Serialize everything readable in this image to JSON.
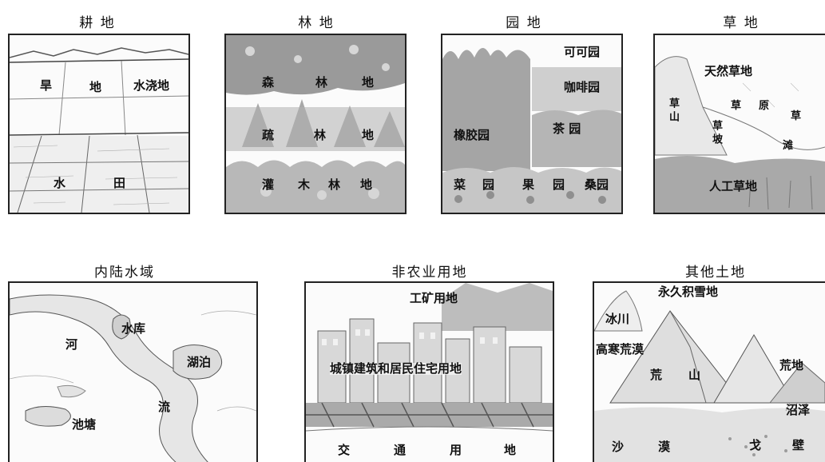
{
  "row1": {
    "cropland": {
      "title": "耕  地",
      "dry": [
        "旱",
        "地"
      ],
      "irrigated": "水浇地",
      "paddy": [
        "水",
        "田"
      ]
    },
    "forest": {
      "title": "林  地",
      "dense": [
        "森",
        "林",
        "地"
      ],
      "sparse": [
        "疏",
        "林",
        "地"
      ],
      "shrub": [
        "灌",
        "木",
        "林",
        "地"
      ]
    },
    "garden": {
      "title": "园  地",
      "cocoa": "可可园",
      "coffee": "咖啡园",
      "rubber": "橡胶园",
      "tea": "茶  园",
      "veg": [
        "菜",
        "园"
      ],
      "fruit": [
        "果",
        "园"
      ],
      "mulberry": "桑园"
    },
    "grass": {
      "title": "草  地",
      "natural": "天然草地",
      "mtn": "草山",
      "slope": "草坡",
      "steppe": [
        "草",
        "原"
      ],
      "beach": [
        "草",
        "滩"
      ],
      "artificial": "人工草地"
    }
  },
  "row2": {
    "water": {
      "title": "内陆水域",
      "river": [
        "河",
        "流"
      ],
      "reservoir": "水库",
      "lake": "湖泊",
      "pond": "池塘"
    },
    "nonagri": {
      "title": "非农业用地",
      "mining": "工矿用地",
      "urban": "城镇建筑和居民住宅用地",
      "transport": [
        "交",
        "通",
        "用",
        "地"
      ]
    },
    "other": {
      "title": "其他土地",
      "snow": "永久积雪地",
      "glacier": "冰川",
      "cold_desert": "高寒荒漠",
      "barren_mtn": [
        "荒",
        "山"
      ],
      "wasteland": "荒地",
      "swamp": "沼泽",
      "desert": [
        "沙",
        "漠"
      ],
      "gobi": [
        "戈",
        "壁"
      ]
    }
  }
}
